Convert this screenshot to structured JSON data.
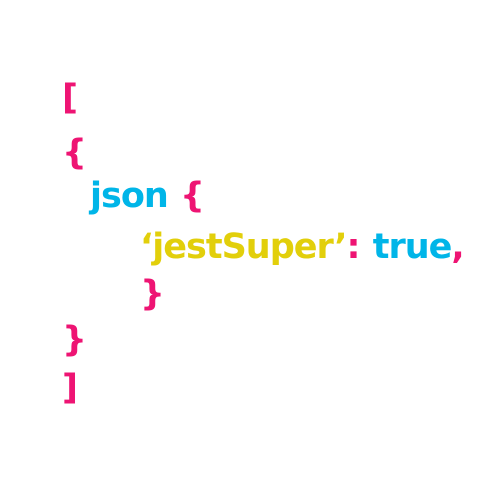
{
  "code": {
    "open_bracket": "[",
    "open_brace": "{",
    "keyword": "json",
    "inner_open_brace": "{",
    "key": "‘jestSuper’",
    "colon": ":",
    "value": "true",
    "comma": ",",
    "inner_close_brace": "}",
    "close_brace": "}",
    "close_bracket": "]"
  },
  "colors": {
    "punctuation": "#ee1473",
    "keyword": "#00b5e8",
    "string": "#e2cf0b",
    "background": "#ffffff"
  }
}
